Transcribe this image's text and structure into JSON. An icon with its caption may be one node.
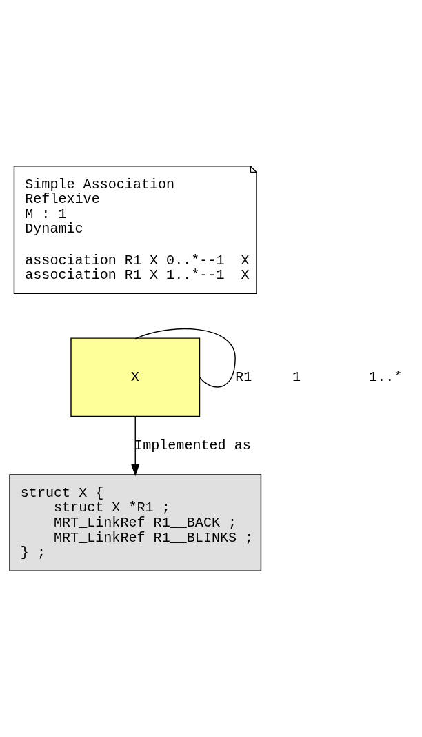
{
  "diagram": {
    "nodes": [
      {
        "text": [
          "Simple Association",
          "Reflexive",
          "M : 1",
          "Dynamic",
          "association R1 X 0..*--1  X",
          "association R1 X 1..*--1  X"
        ]
      },
      {
        "text": [
          "X"
        ]
      },
      {
        "text": [
          "struct X {",
          "    struct X *R1 ;",
          "    MRT_LinkRef R1__BACK ;",
          "    MRT_LinkRef R1__BLINKS ;",
          "} ;"
        ]
      }
    ],
    "edges": [
      {
        "from": 1,
        "to": 1,
        "arrow": "none",
        "label": "R1"
      },
      {
        "from": 1,
        "to": 2,
        "arrow": "to",
        "label": "Implemented as"
      }
    ],
    "labels": [
      "1",
      "1..*"
    ]
  }
}
